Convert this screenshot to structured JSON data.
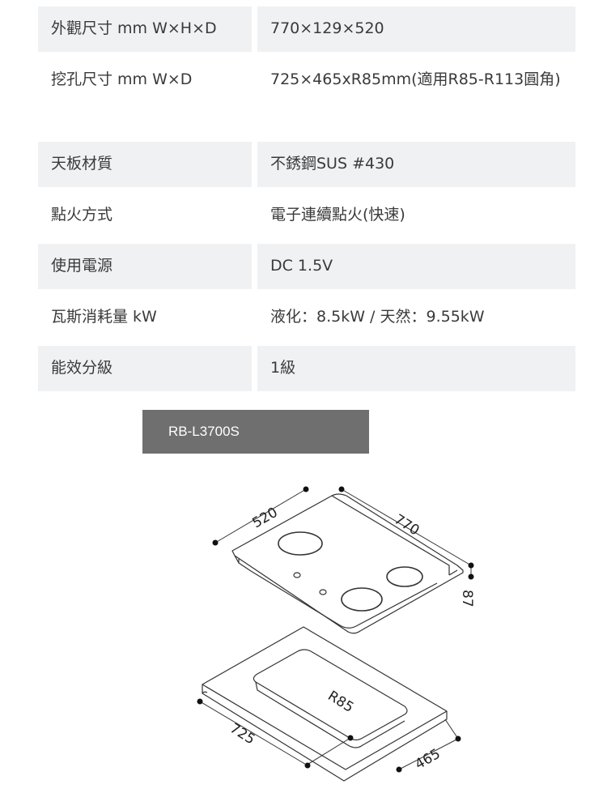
{
  "specs": [
    {
      "label": "外觀尺寸 mm W×H×D",
      "value": "770×129×520"
    },
    {
      "label": "挖孔尺寸 mm W×D",
      "value": "725×465xR85mm(適用R85-R113圓角)"
    },
    {
      "label": "天板材質",
      "value": "不銹鋼SUS #430"
    },
    {
      "label": "點火方式",
      "value": "電子連續點火(快速)"
    },
    {
      "label": "使用電源",
      "value": "DC 1.5V"
    },
    {
      "label": "瓦斯消耗量 kW",
      "value": "液化：8.5kW / 天然：9.55kW"
    },
    {
      "label": "能效分級",
      "value": "1級"
    }
  ],
  "model": "RB-L3700S",
  "diagram": {
    "depth_label": "520",
    "width_label": "770",
    "height_label": "87",
    "radius_label": "R85",
    "cutout_width_label": "725",
    "cutout_depth_label": "465"
  }
}
